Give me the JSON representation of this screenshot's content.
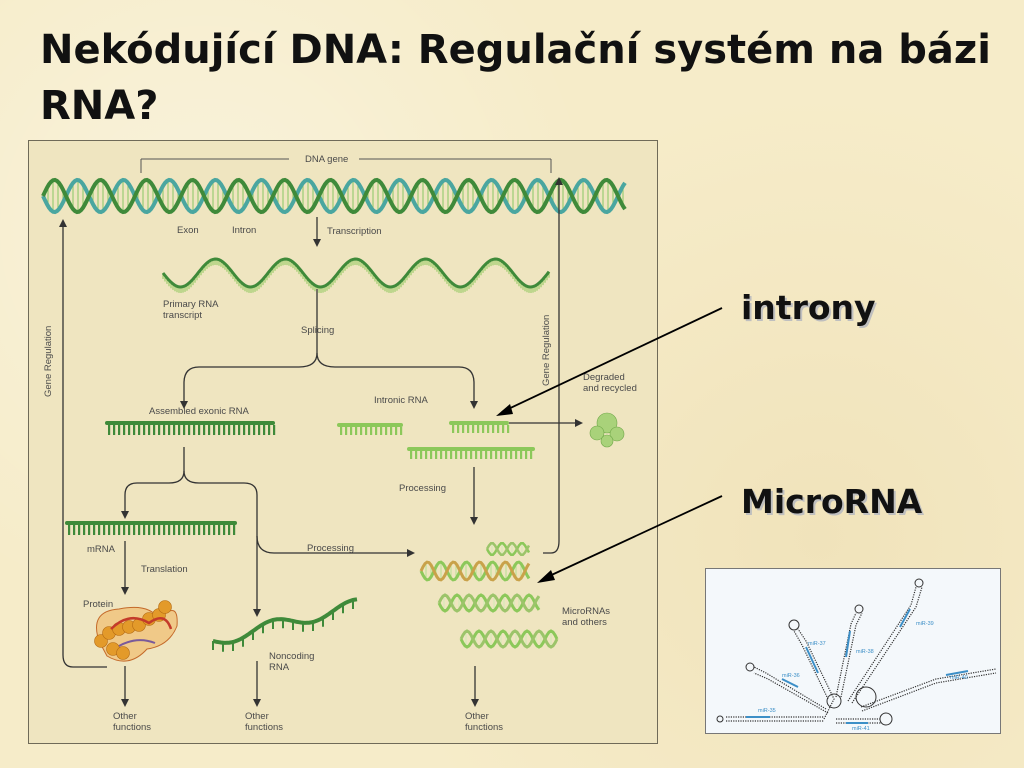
{
  "slide": {
    "title": "Nekódující DNA: Regulační systém na bázi RNA?",
    "callouts": {
      "introny": "introny",
      "microrna": "MicroRNA"
    }
  },
  "figure": {
    "dna_gene": "DNA gene",
    "exon": "Exon",
    "intron": "Intron",
    "transcription": "Transcription",
    "primary_rna_transcript": "Primary RNA\ntranscript",
    "splicing": "Splicing",
    "assembled_exonic_rna": "Assembled exonic RNA",
    "intronic_rna": "Intronic RNA",
    "degraded_and_recycled": "Degraded\nand recycled",
    "processing_right": "Processing",
    "processing_middle": "Processing",
    "mrna": "mRNA",
    "translation": "Translation",
    "protein": "Protein",
    "noncoding_rna": "Noncoding\nRNA",
    "micrornas_and_others": "MicroRNAs\nand others",
    "gene_regulation_left": "Gene Regulation",
    "gene_regulation_right": "Gene Regulation",
    "other_functions_1": "Other\nfunctions",
    "other_functions_2": "Other\nfunctions",
    "other_functions_3": "Other\nfunctions"
  },
  "inset": {
    "mirna_labels": [
      "miR-37",
      "miR-38",
      "miR-39",
      "miR-36",
      "miR-40",
      "miR-35",
      "miR-41"
    ]
  },
  "colors": {
    "background": "#f6ecc9",
    "rna_dark_green": "#3f8a3a",
    "rna_light_green": "#8cc85a",
    "dna_teal": "#4aa6a0",
    "protein_orange": "#e39a2a",
    "mirna_blue": "#3c8fc7"
  }
}
